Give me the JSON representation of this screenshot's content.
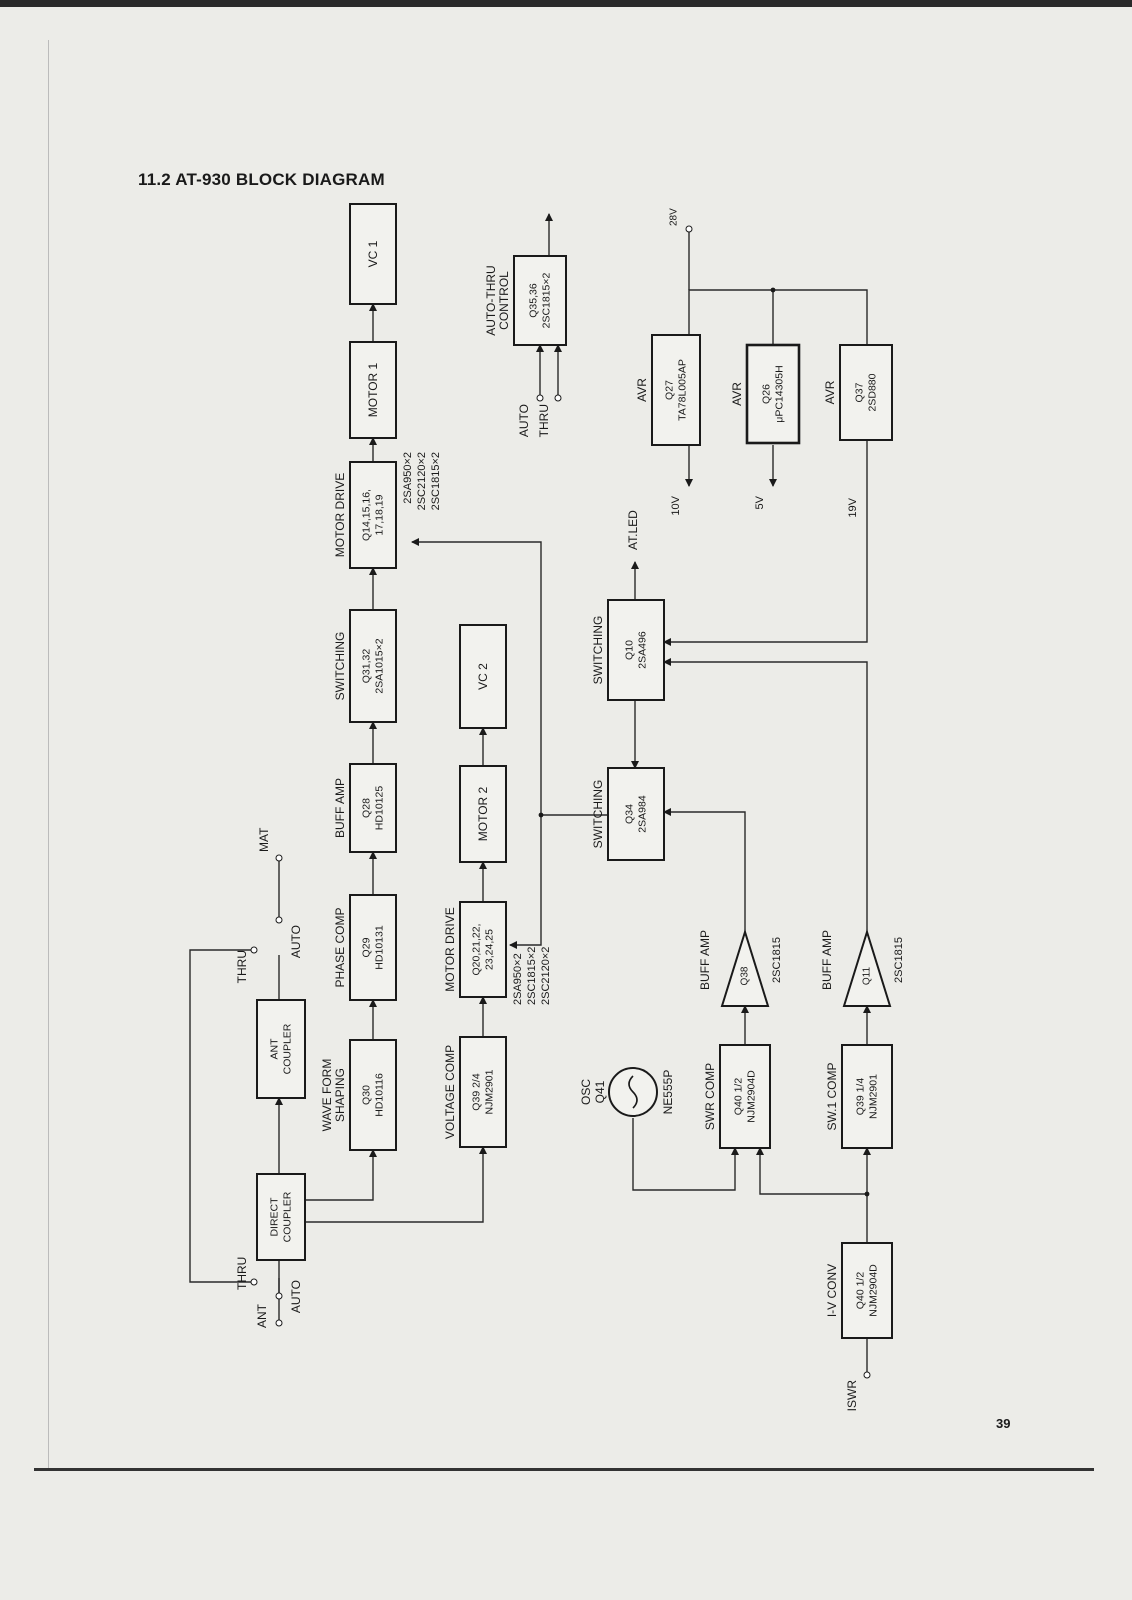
{
  "heading": "11.2 AT-930 BLOCK DIAGRAM",
  "page_number": "39",
  "blocks": [
    {
      "id": "direct_coupler",
      "lines": [
        "DIRECT",
        "COUPLER"
      ],
      "label": []
    },
    {
      "id": "ant_coupler",
      "lines": [
        "ANT",
        "COUPLER"
      ],
      "label": []
    },
    {
      "id": "wave_form",
      "lines": [
        "Q30",
        "HD10116"
      ],
      "label": [
        "WAVE FORM",
        "SHAPING"
      ]
    },
    {
      "id": "phase_comp",
      "lines": [
        "Q29",
        "HD10131"
      ],
      "label": [
        "PHASE COMP"
      ]
    },
    {
      "id": "buff_amp_q28",
      "lines": [
        "Q28",
        "HD10125"
      ],
      "label": [
        "BUFF AMP"
      ]
    },
    {
      "id": "switching_q31",
      "lines": [
        "Q31,32",
        "2SA1015×2"
      ],
      "label": [
        "SWITCHING"
      ]
    },
    {
      "id": "motor_drive_1",
      "lines": [
        "Q14,15,16,",
        "17,18,19"
      ],
      "label": [
        "MOTOR DRIVE"
      ]
    },
    {
      "id": "motor_1",
      "lines": [
        "MOTOR 1"
      ],
      "label": []
    },
    {
      "id": "vc_1",
      "lines": [
        "VC 1"
      ],
      "label": []
    },
    {
      "id": "voltage_comp",
      "lines": [
        "Q39  2/4",
        "NJM2901"
      ],
      "label": [
        "VOLTAGE COMP"
      ]
    },
    {
      "id": "motor_drive_2",
      "lines": [
        "Q20,21,22,",
        "23,24,25"
      ],
      "label": [
        "MOTOR DRIVE"
      ]
    },
    {
      "id": "motor_2",
      "lines": [
        "MOTOR 2"
      ],
      "label": []
    },
    {
      "id": "vc_2",
      "lines": [
        "VC 2"
      ],
      "label": []
    },
    {
      "id": "switching_q34",
      "lines": [
        "Q34",
        "2SA984"
      ],
      "label": [
        "SWITCHING"
      ]
    },
    {
      "id": "switching_q10",
      "lines": [
        "Q10",
        "2SA496"
      ],
      "label": [
        "SWITCHING"
      ]
    },
    {
      "id": "swr_comp_q40",
      "lines": [
        "Q40  1/2",
        "NJM2904D"
      ],
      "label": [
        "SWR COMP"
      ]
    },
    {
      "id": "swr_comp_q39",
      "lines": [
        "Q39  1/4",
        "NJM2901"
      ],
      "label": [
        "SW.1 COMP"
      ]
    },
    {
      "id": "iv_conv",
      "lines": [
        "Q40  1/2",
        "NJM2904D"
      ],
      "label": [
        "I-V CONV"
      ]
    },
    {
      "id": "auto_thru",
      "lines": [
        "Q35,36",
        "2SC1815×2"
      ],
      "label": [
        "AUTO-THRU",
        "CONTROL"
      ]
    },
    {
      "id": "avr_q27",
      "lines": [
        "Q27",
        "TA78L005AP"
      ],
      "label": [
        "AVR"
      ]
    },
    {
      "id": "avr_q26",
      "lines": [
        "Q26",
        "μPC14305H"
      ],
      "label": [
        "AVR"
      ]
    },
    {
      "id": "avr_q37",
      "lines": [
        "Q37",
        "2SD880"
      ],
      "label": [
        "AVR"
      ]
    }
  ],
  "buffers": [
    {
      "id": "buff_q38",
      "inner": "Q38",
      "label": "BUFF AMP",
      "part": "2SC1815"
    },
    {
      "id": "buff_q11",
      "inner": "Q11",
      "label": "BUFF AMP",
      "part": "2SC1815"
    }
  ],
  "oscillator": {
    "lines": [
      "OSC",
      "Q41"
    ],
    "part": "NE555P"
  },
  "part_lists": {
    "motor_drive_1": [
      "2SA950×2",
      "2SC2120×2",
      "2SC1815×2"
    ],
    "motor_drive_2": [
      "2SA950×2",
      "2SC1815×2",
      "2SC2120×2"
    ]
  },
  "terminals": {
    "ant": "ANT",
    "thru_left": "THRU",
    "auto_left": "AUTO",
    "thru_right": "THRU",
    "auto_right": "AUTO",
    "mat": "MAT",
    "auto_in": "AUTO",
    "thru_in": "THRU",
    "v28": "28V",
    "v10": "10V",
    "v5": "5V",
    "v19": "19V",
    "at_led": "AT.LED",
    "iswr": "ISWR"
  }
}
